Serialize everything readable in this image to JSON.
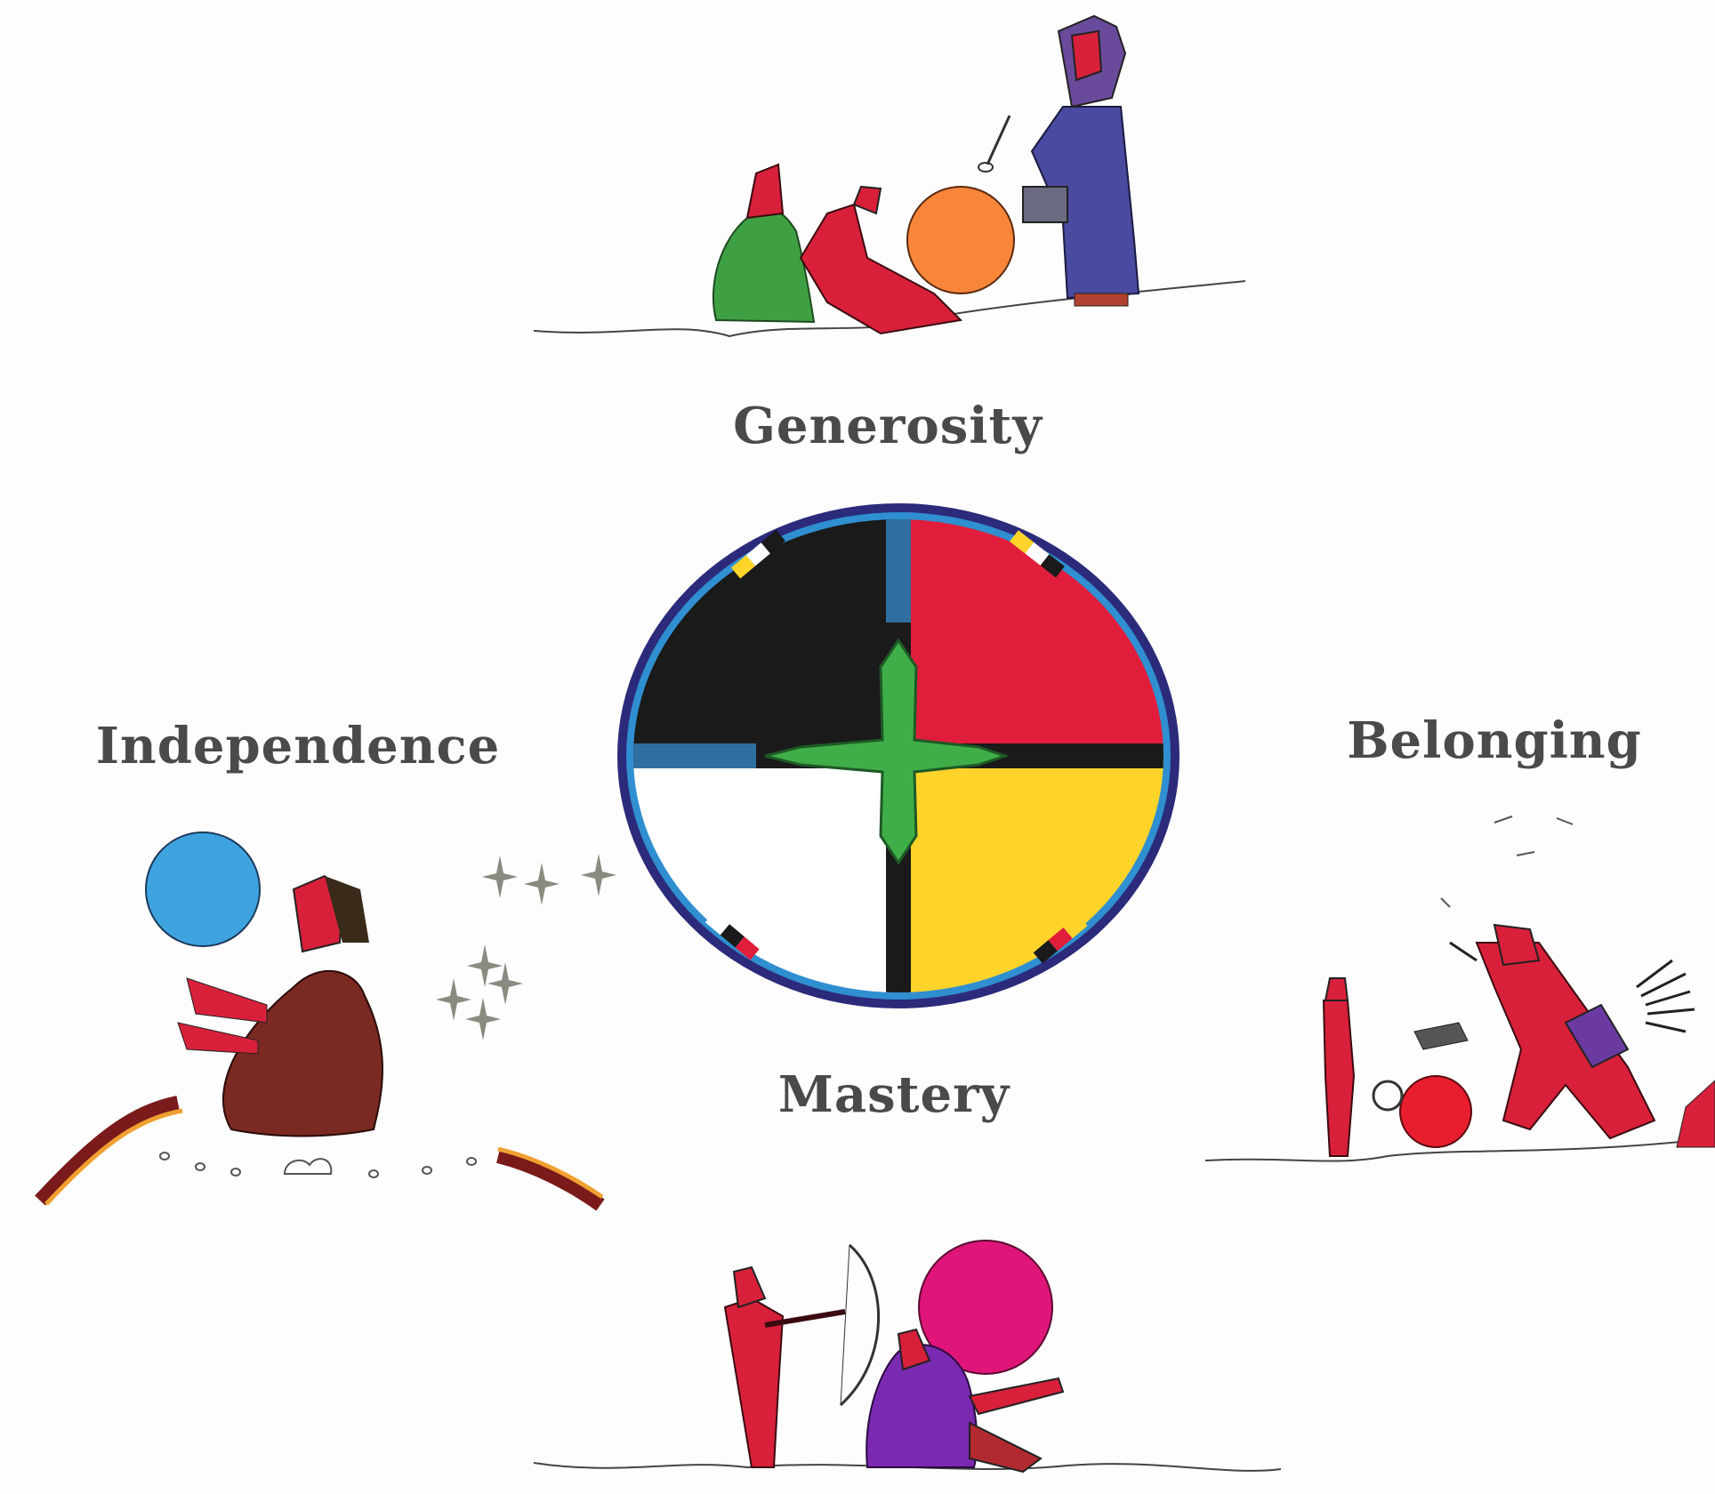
{
  "labels": {
    "north": "Generosity",
    "west": "Independence",
    "east": "Belonging",
    "south": "Mastery"
  },
  "medicine_wheel": {
    "quadrant_colors": {
      "top_left": "#1a1a1a",
      "top_right": "#e01e3c",
      "bottom_left": "#ffffff",
      "bottom_right": "#ffd42a"
    },
    "cross_color": "#3fae49",
    "ring_outer_color": "#2c2a7a",
    "ring_inner_color": "#2f8fd0"
  },
  "scene_colors": {
    "north_sun": "#f7853a",
    "west_moon": "#3fa3e0",
    "east_sun": "#e81e2e",
    "south_sun": "#e0157a"
  }
}
